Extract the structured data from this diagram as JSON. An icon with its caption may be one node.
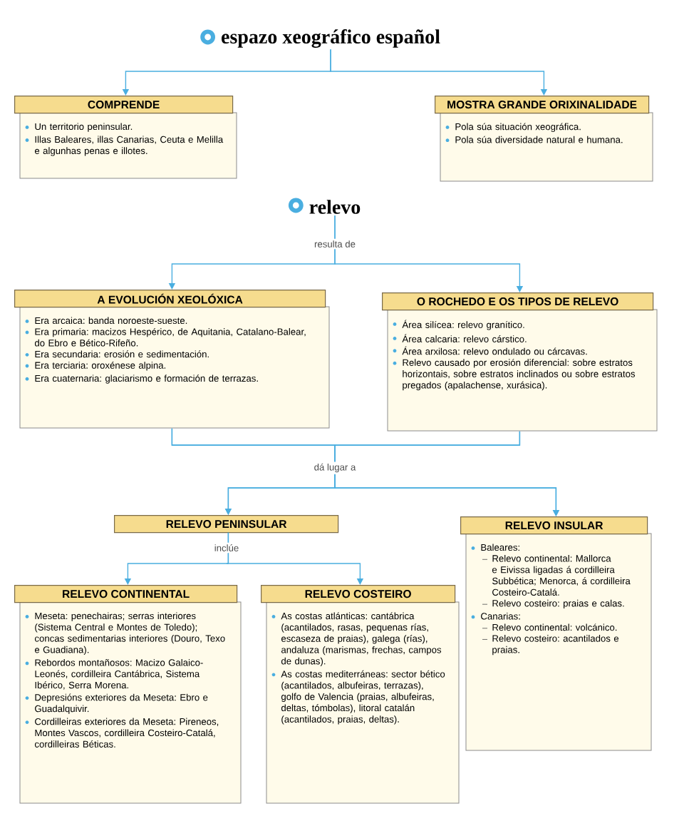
{
  "diagram": {
    "nodes": [
      {
        "text": [
          "espazo xeográfico español"
        ]
      },
      {
        "text": [
          "COMPRENDE",
          "Un territorio peninsular.",
          "Illas Baleares, illas Canarias, Ceuta e Melilla e algunhas penas e illotes."
        ]
      },
      {
        "text": [
          "MOSTRA GRANDE ORIXINALIDADE",
          "Pola súa situación xeográfica.",
          "Pola súa diversidade natural e humana."
        ]
      },
      {
        "text": [
          "relevo"
        ]
      },
      {
        "text": [
          "A EVOLUCIÓN XEOLÓXICA",
          "Era arcaica: banda noroeste-sueste.",
          "Era primaria: macizos Hespérico, de Aquitania, Catalano-Balear, do Ebro e Bético-Rifeño.",
          "Era secundaria: erosión e sedimentación.",
          "Era terciaria: oroxénese alpina.",
          "Era cuaternaria: glaciarismo e formación de terrazas."
        ]
      },
      {
        "text": [
          "O ROCHEDO E OS TIPOS DE RELEVO",
          "Área silícea: relevo granítico.",
          "Área calcaria: relevo cárstico.",
          "Área arxilosa: relevo ondulado ou cárcavas.",
          "Relevo causado por erosión diferencial: sobre estratos horizontais, sobre estratos inclinados ou sobre estratos pregados (apalachense, xurásica)."
        ]
      },
      {
        "text": [
          "RELEVO PENINSULAR"
        ]
      },
      {
        "text": [
          "RELEVO INSULAR",
          "Baleares:",
          "Relevo continental: Mallorca e Eivissa ligadas á cordilleira Subbética; Menorca, á cordilleira Costeiro-Catalá.",
          "Relevo costeiro: praias e calas.",
          "Canarias:",
          "Relevo continental: volcánico.",
          "Relevo costeiro: acantilados e praias."
        ]
      },
      {
        "text": [
          "RELEVO CONTINENTAL",
          "Meseta: penechairas; serras interiores (Sistema Central e Montes de Toledo); concas sedimentarias interiores (Douro, Texo e Guadiana).",
          "Rebordos montañosos: Macizo Galaico-Leonés, cordilleira Cantábrica, Sistema Ibérico, Serra Morena.",
          "Depresións exteriores da Meseta: Ebro e Guadalquivir.",
          "Cordilleiras exteriores da Meseta: Pireneos, Montes Vascos, cordilleira Costeiro-Catalá, cordilleiras Béticas."
        ]
      },
      {
        "text": [
          "RELEVO COSTEIRO",
          "As costas atlánticas: cantábrica (acantilados, rasas, pequenas rías, escaseza de praias), galega (rías), andaluza (marismas, frechas, campos de dunas).",
          "As costas mediterráneas: sector bético (acantilados, albufeiras, terrazas), golfo de Valencia (praias, albufeiras, deltas, tómbolas), litoral catalán (acantilados, praias, deltas)."
        ]
      }
    ],
    "edges": [
      {
        "from": 0,
        "to": 1,
        "arrow": "to"
      },
      {
        "from": 0,
        "to": 2,
        "arrow": "to"
      },
      {
        "from": 3,
        "to": 4,
        "arrow": "to",
        "label": "resulta de"
      },
      {
        "from": 3,
        "to": 5,
        "arrow": "to"
      },
      {
        "from": 4,
        "to": 6,
        "arrow": "to",
        "label": "dá lugar a"
      },
      {
        "from": 4,
        "to": 7,
        "arrow": "to"
      },
      {
        "from": 5,
        "to": 6,
        "arrow": "to"
      },
      {
        "from": 5,
        "to": 7,
        "arrow": "to"
      },
      {
        "from": 6,
        "to": 8,
        "arrow": "to",
        "label": "inclúe"
      },
      {
        "from": 6,
        "to": 9,
        "arrow": "to"
      }
    ]
  }
}
